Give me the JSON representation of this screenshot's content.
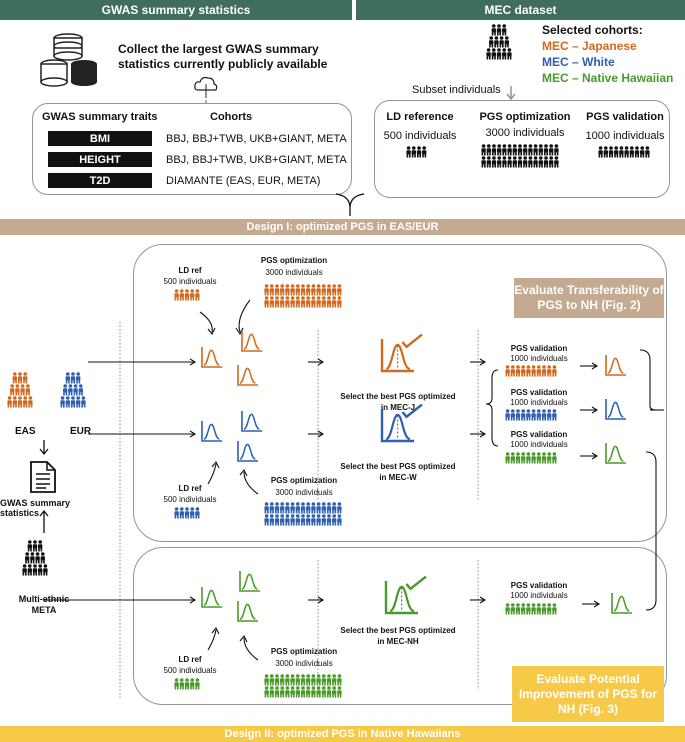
{
  "headers": {
    "gwas": "GWAS summary statistics",
    "mec": "MEC dataset"
  },
  "gwas_desc": "Collect the largest GWAS summary statistics currently publicly available",
  "cohorts": {
    "title": "Selected cohorts:",
    "japanese": "MEC – Japanese",
    "white": "MEC – White",
    "hawaiian": "MEC – Native Hawaiian"
  },
  "subset": "Subset individuals",
  "traits_box": {
    "col1": "GWAS summary traits",
    "col2": "Cohorts",
    "rows": [
      {
        "trait": "BMI",
        "cohorts": "BBJ, BBJ+TWB, UKB+GIANT, META"
      },
      {
        "trait": "HEIGHT",
        "cohorts": "BBJ, BBJ+TWB, UKB+GIANT, META"
      },
      {
        "trait": "T2D",
        "cohorts": "DIAMANTE (EAS, EUR, META)"
      }
    ]
  },
  "mec_box": {
    "ld": "LD reference",
    "ld_n": "500 individuals",
    "opt": "PGS optimization",
    "opt_n": "3000 individuals",
    "val": "PGS validation",
    "val_n": "1000 individuals"
  },
  "design1": "Design I: optimized PGS in EAS/EUR",
  "design2": "Design II: optimized PGS in Native Hawaiians",
  "left": {
    "eas": "EAS",
    "eur": "EUR",
    "gwas": "GWAS summary statistics",
    "meta1": "Multi-ethnic",
    "meta2": "META"
  },
  "ldref": "LD ref",
  "ldref_n": "500 individuals",
  "pgsopt": "PGS optimization",
  "pgsopt_n": "3000 individuals",
  "pgsval": "PGS validation",
  "pgsval_n": "1000 individuals",
  "select": {
    "j1": "Select the best PGS optimized",
    "j2": "in MEC-J",
    "w1": "Select the best PGS optimized",
    "w2": "in MEC-W",
    "nh1": "Select the best PGS optimized",
    "nh2": "in MEC-NH"
  },
  "evaluate1": "Evaluate Transferability of PGS to NH (Fig. 2)",
  "evaluate2": "Evaluate Potential Improvement of PGS for NH (Fig. 3)",
  "colors": {
    "orange": "#d2691e",
    "blue": "#2f5fb0",
    "green": "#4a9a2a",
    "black": "#111111",
    "header": "#3f6e5d",
    "tan": "#c3aa91",
    "yellow": "#f7c948"
  }
}
